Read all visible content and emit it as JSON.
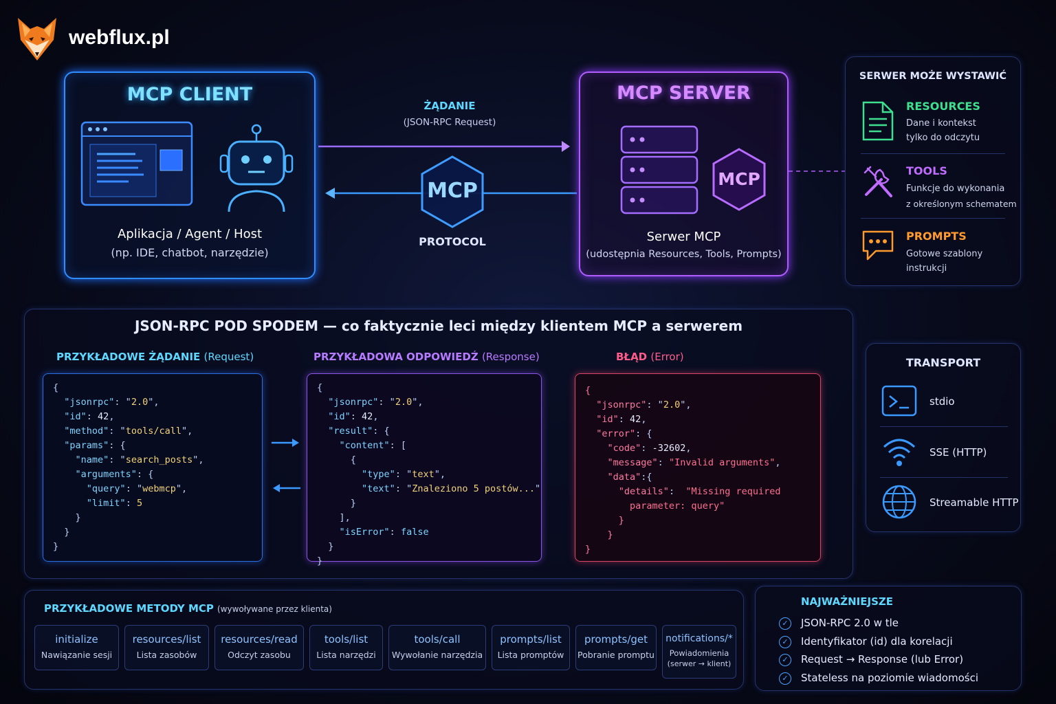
{
  "brand": {
    "name": "webflux.pl",
    "logo_icon": "fox-logo-icon"
  },
  "client": {
    "title": "MCP CLIENT",
    "subtitle": "Aplikacja / Agent / Host",
    "desc": "(np. IDE, chatbot, narzędzie)"
  },
  "protocol": {
    "request_label": "ŻĄDANIE",
    "request_sub": "(JSON-RPC Request)",
    "badge": "MCP",
    "label": "PROTOCOL"
  },
  "server": {
    "title": "MCP SERVER",
    "badge": "MCP",
    "subtitle": "Serwer MCP",
    "desc": "(udostępnia Resources, Tools, Prompts)"
  },
  "exposes": {
    "title": "SERWER MOŻE WYSTAWIĆ",
    "items": [
      {
        "title": "RESOURCES",
        "line1": "Dane i kontekst",
        "line2": "tylko do odczytu",
        "color": "#3ee08f",
        "icon": "document-icon"
      },
      {
        "title": "TOOLS",
        "line1": "Funkcje do wykonania",
        "line2": "z określonym schematem",
        "color": "#c06cff",
        "icon": "tools-icon"
      },
      {
        "title": "PROMPTS",
        "line1": "Gotowe szablony",
        "line2": "instrukcji",
        "color": "#ff9a2e",
        "icon": "chat-bubble-icon"
      }
    ]
  },
  "jsonrpc": {
    "title": "JSON-RPC POD SPODEM — co faktycznie leci między klientem MCP a serwerem",
    "request_heading": "PRZYKŁADOWE ŻĄDANIE",
    "request_heading_sub": "(Request)",
    "response_heading": "PRZYKŁADOWA ODPOWIEDŹ",
    "response_heading_sub": "(Response)",
    "error_heading": "BŁĄD",
    "error_heading_sub": "(Error)",
    "request_code": {
      "jsonrpc": "2.0",
      "id": "42",
      "method": "tools/call",
      "name": "search_posts",
      "query": "webmcp",
      "limit": "5"
    },
    "response_code": {
      "jsonrpc": "2.0",
      "id": "42",
      "type": "text",
      "text": "Znaleziono 5 postów...",
      "isError": "false"
    },
    "error_code": {
      "jsonrpc": "2.0",
      "id": "42",
      "code": "-32602",
      "message": "Invalid arguments",
      "details_1": "Missing required",
      "details_2": "parameter: query"
    }
  },
  "transport": {
    "title": "TRANSPORT",
    "items": [
      {
        "label": "stdio",
        "icon": "terminal-icon"
      },
      {
        "label": "SSE (HTTP)",
        "icon": "wifi-icon"
      },
      {
        "label": "Streamable HTTP",
        "icon": "globe-icon"
      }
    ]
  },
  "methods": {
    "title": "PRZYKŁADOWE METODY MCP",
    "subtitle": "(wywoływane przez klienta)",
    "items": [
      {
        "name": "initialize",
        "desc": "Nawiązanie sesji"
      },
      {
        "name": "resources/list",
        "desc": "Lista zasobów"
      },
      {
        "name": "resources/read",
        "desc": "Odczyt zasobu"
      },
      {
        "name": "tools/list",
        "desc": "Lista narzędzi"
      },
      {
        "name": "tools/call",
        "desc": "Wywołanie narzędzia"
      },
      {
        "name": "prompts/list",
        "desc": "Lista promptów"
      },
      {
        "name": "prompts/get",
        "desc": "Pobranie promptu"
      },
      {
        "name": "notifications/*",
        "desc": "Powiadomienia",
        "desc2": "(serwer → klient)"
      }
    ]
  },
  "key_points": {
    "title": "NAJWAŻNIEJSZE",
    "items": [
      "JSON-RPC 2.0 w tle",
      "Identyfikator (id) dla korelacji",
      "Request → Response (lub Error)",
      "Stateless na poziomie wiadomości"
    ]
  },
  "colors": {
    "accent_blue": "#2f8dff",
    "accent_purple": "#b15cff",
    "error_red": "#ff5c8a",
    "cyan": "#5fd8ff"
  }
}
